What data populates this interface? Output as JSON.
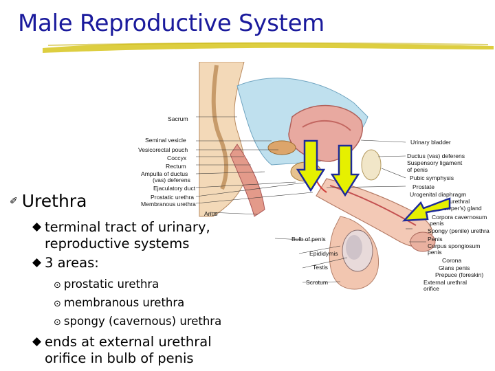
{
  "title": "Male Reproductive System",
  "colors": {
    "title": "#1a1a9c",
    "arrow_fill": "#e6f000",
    "arrow_stroke": "#1c2a9a",
    "underline": "#d7c51f"
  },
  "bullets": {
    "level1": {
      "marker": "✐",
      "text": "Urethra"
    },
    "level2": [
      {
        "line1": "terminal tract of urinary,",
        "line2": "reproductive systems"
      },
      {
        "line1": "3 areas:",
        "line2": ""
      }
    ],
    "level3": [
      {
        "marker": "⊙",
        "text": "prostatic urethra"
      },
      {
        "marker": "⊙",
        "text": "membranous urethra"
      },
      {
        "marker": "⊙",
        "text": "spongy (cavernous) urethra"
      }
    ],
    "level2b": {
      "line1": "ends at external urethral",
      "line2": "orifice in bulb of penis"
    }
  },
  "figure_labels": {
    "left": [
      "Sacrum",
      "Seminal vesicle",
      "Vesicorectal pouch",
      "Coccyx",
      "Rectum",
      "Ampulla of ductus",
      "(vas) deferens",
      "Ejaculatory duct",
      "Prostatic urethra",
      "Membranous urethra",
      "Anus"
    ],
    "bottom_left": [
      "Bulb of penis",
      "Epididymis",
      "Testis",
      "Scrotum"
    ],
    "right": [
      "Urinary bladder",
      "Ductus (vas) deferens",
      "Suspensory ligament",
      "of penis",
      "Pubic symphysis",
      "Prostate",
      "Urogenital diaphragm",
      "urethral",
      "(Cowper's) gland",
      "Corpora cavernosum",
      "penis",
      "Spongy (penile) urethra",
      "Penis",
      "Corpus spongiosum",
      "penis",
      "Corona",
      "Glans penis",
      "Prepuce (foreskin)",
      "External urethral",
      "orifice"
    ]
  },
  "arrows": [
    {
      "name": "arrow-down-prostatic",
      "direction": "down"
    },
    {
      "name": "arrow-down-membranous",
      "direction": "down"
    },
    {
      "name": "arrow-left-spongy",
      "direction": "left"
    }
  ]
}
